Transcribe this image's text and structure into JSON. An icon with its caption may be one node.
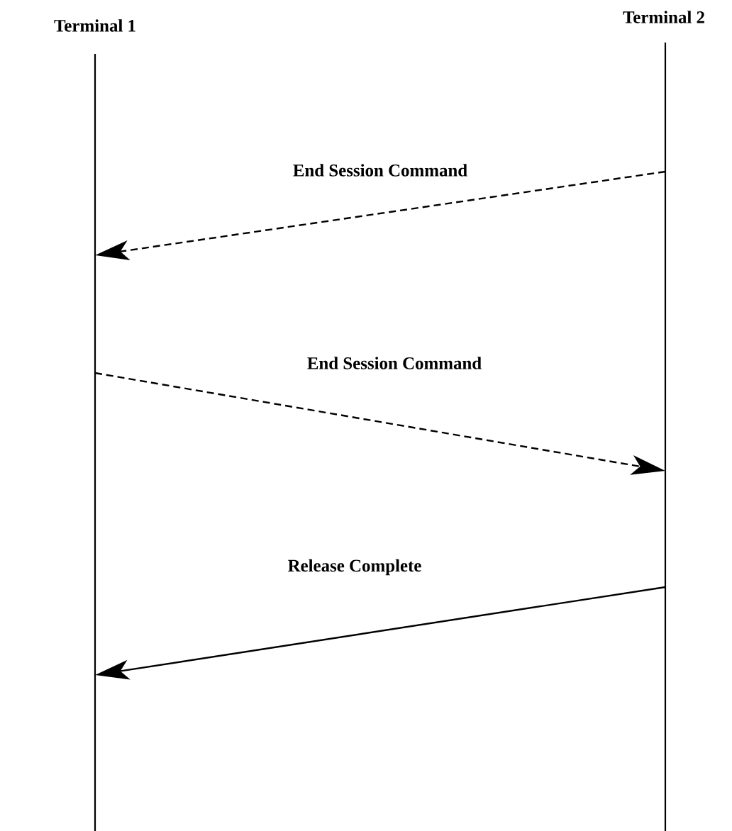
{
  "diagram": {
    "nodes": [
      {
        "text": [
          "Terminal 1"
        ]
      },
      {
        "text": [
          "Terminal 2"
        ]
      }
    ],
    "edges": [
      {
        "from": 1,
        "to": 0,
        "arrow": "to",
        "label": "End Session Command",
        "style": "dashed"
      },
      {
        "from": 0,
        "to": 1,
        "arrow": "to",
        "label": "End Session Command",
        "style": "dashed"
      },
      {
        "from": 1,
        "to": 0,
        "arrow": "to",
        "label": "Release Complete"
      }
    ]
  }
}
